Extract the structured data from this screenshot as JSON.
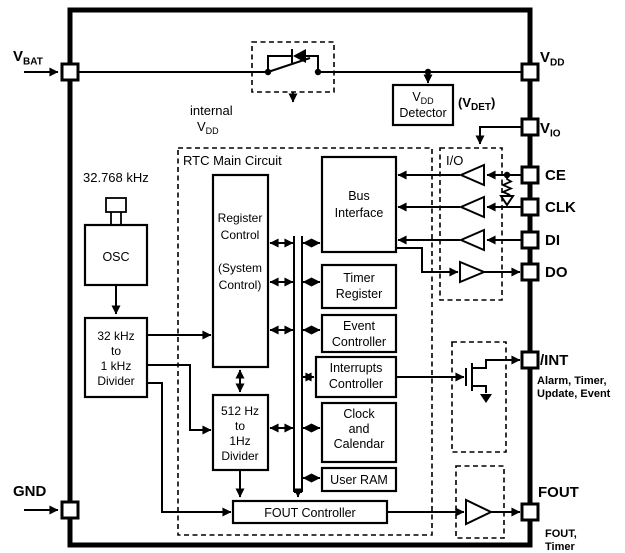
{
  "pins": {
    "vbat": {
      "main": "V",
      "sub": "BAT"
    },
    "gnd": {
      "label": "GND"
    },
    "vdd": {
      "main": "V",
      "sub": "DD"
    },
    "vio": {
      "main": "V",
      "sub": "IO"
    },
    "ce": {
      "label": "CE"
    },
    "clk": {
      "label": "CLK"
    },
    "di": {
      "label": "DI"
    },
    "do": {
      "label": "DO"
    },
    "int": {
      "label": "/INT",
      "note1": "Alarm, Timer,",
      "note2": "Update, Event"
    },
    "fout": {
      "label": "FOUT",
      "note1": "FOUT,",
      "note2": "Timer"
    }
  },
  "power": {
    "internal_line1": "internal",
    "internal_v": "V",
    "internal_sub": "DD",
    "detector_v": "V",
    "detector_sub": "DD",
    "detector_line2": "Detector",
    "vdet_open": "(V",
    "vdet_sub": "DET",
    "vdet_close": ")"
  },
  "osc": {
    "freq": "32.768 kHz",
    "label": "OSC"
  },
  "blocks": {
    "rtc_main": "RTC Main Circuit",
    "io": "I/O",
    "register_control": [
      "Register",
      "Control",
      "(System",
      "Control)"
    ],
    "bus_interface": [
      "Bus",
      "Interface"
    ],
    "timer_register": [
      "Timer",
      "Register"
    ],
    "event_controller": [
      "Event",
      "Controller"
    ],
    "interrupts_controller": [
      "Interrupts",
      "Controller"
    ],
    "clock_calendar": [
      "Clock",
      "and",
      "Calendar"
    ],
    "user_ram": "User RAM",
    "fout_controller": "FOUT Controller",
    "divider32": [
      "32 kHz",
      "to",
      "1 kHz",
      "Divider"
    ],
    "divider512": [
      "512 Hz",
      "to",
      "1Hz",
      "Divider"
    ]
  }
}
